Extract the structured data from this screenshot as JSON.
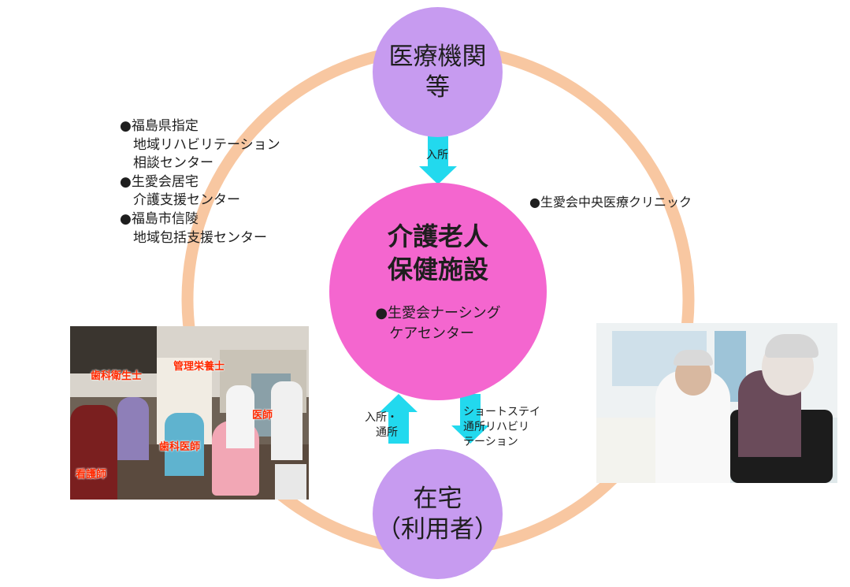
{
  "nodes": {
    "top": "医療機関\n等",
    "center_title": "介護老人\n保健施設",
    "center_sub": "●生愛会ナーシング\n　ケアセンター",
    "bottom": "在宅\n（利用者）"
  },
  "labels": {
    "left_list": "●福島県指定\n　地域リハビリテーション\n　相談センター\n●生愛会居宅\n　介護支援センター\n●福島市信陵\n　地域包括支援センター",
    "right": "●生愛会中央医療クリニック"
  },
  "arrows": {
    "admission": "入所",
    "bottom_left": "入所・\n通所",
    "bottom_right": "ショートステイ\n通所リハビリ\nテーション"
  },
  "photo_left_roles": {
    "dental_hygienist": "歯科衛生士",
    "dietitian": "管理栄養士",
    "doctor": "医師",
    "dentist": "歯科医師",
    "nurse": "看護師"
  },
  "colors": {
    "ring": "#f8c7a1",
    "satellite": "#c79bf0",
    "center": "#f466cf",
    "arrow": "#22d9ee",
    "role_text": "#ff2a00"
  }
}
